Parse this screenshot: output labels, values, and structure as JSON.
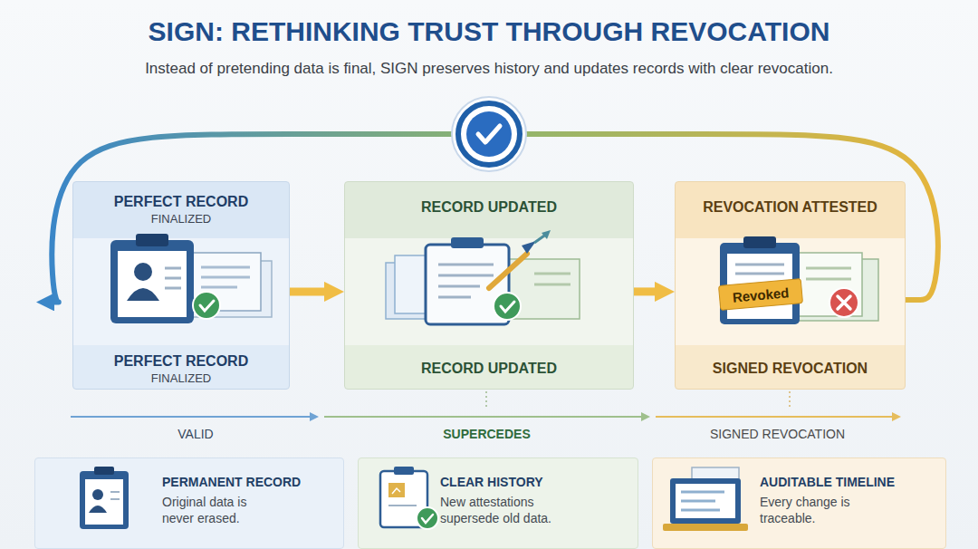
{
  "diagram": {
    "title": "SIGN: RETHINKING TRUST THROUGH REVOCATION",
    "nodes": [
      {
        "text": [
          "PERFECT RECORD",
          "FINALIZED",
          "PERFECT RECORD",
          "FINALIZED"
        ]
      },
      {
        "text": [
          "RECORD UPDATED",
          "RECORD UPDATED"
        ]
      },
      {
        "text": [
          "REVOCATION ATTESTED",
          "SIGNED REVOCATION"
        ]
      },
      {
        "text": [
          "Revoked"
        ],
        "in": 2
      },
      {
        "text": [
          "PERMANENT RECORD",
          "Original data is never erased."
        ]
      },
      {
        "text": [
          "CLEAR HISTORY",
          "New attestations supersede old data."
        ]
      },
      {
        "text": [
          "AUDITABLE TIMELINE",
          "Every change is traceable."
        ]
      }
    ],
    "edges": [
      {
        "from": 0,
        "to": 1,
        "arrow": "to"
      },
      {
        "from": 1,
        "to": 2,
        "arrow": "to"
      },
      {
        "from": 2,
        "to": 0,
        "arrow": "to"
      }
    ],
    "labels": [
      "Instead of pretending data is final, SIGN preserves history and updates records with clear revocation.",
      "VALID",
      "SUPERCEDES",
      "SIGNED REVOCATION"
    ]
  }
}
